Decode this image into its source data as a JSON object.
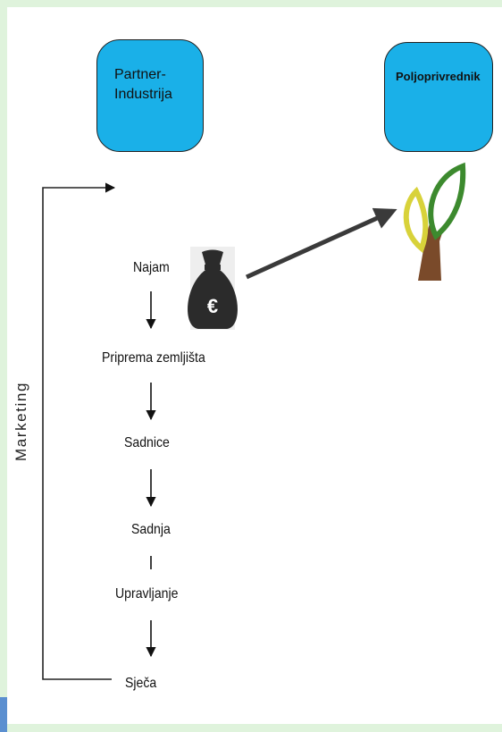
{
  "nodes": {
    "partner_line1": "Partner-",
    "partner_line2": "Industrija",
    "poljoprivrednik": "Poljoprivrednik"
  },
  "steps": {
    "najam": "Najam",
    "priprema": "Priprema zemljišta",
    "sadnice": "Sadnice",
    "sadnja": "Sadnja",
    "upravljanje": "Upravljanje",
    "sjeca": "Sječa"
  },
  "side_label": "Marketing",
  "icons": {
    "money_bag": "money-bag-icon",
    "euro_symbol": "€",
    "tree": "tree-icon"
  },
  "colors": {
    "node_fill": "#1ab0e8",
    "frame_green": "#dff3dc",
    "bag_dark": "#2b2b2b",
    "trunk_brown": "#7a4a2a",
    "leaf_green": "#3c8a2e",
    "leaf_yellow": "#d8d23a"
  }
}
